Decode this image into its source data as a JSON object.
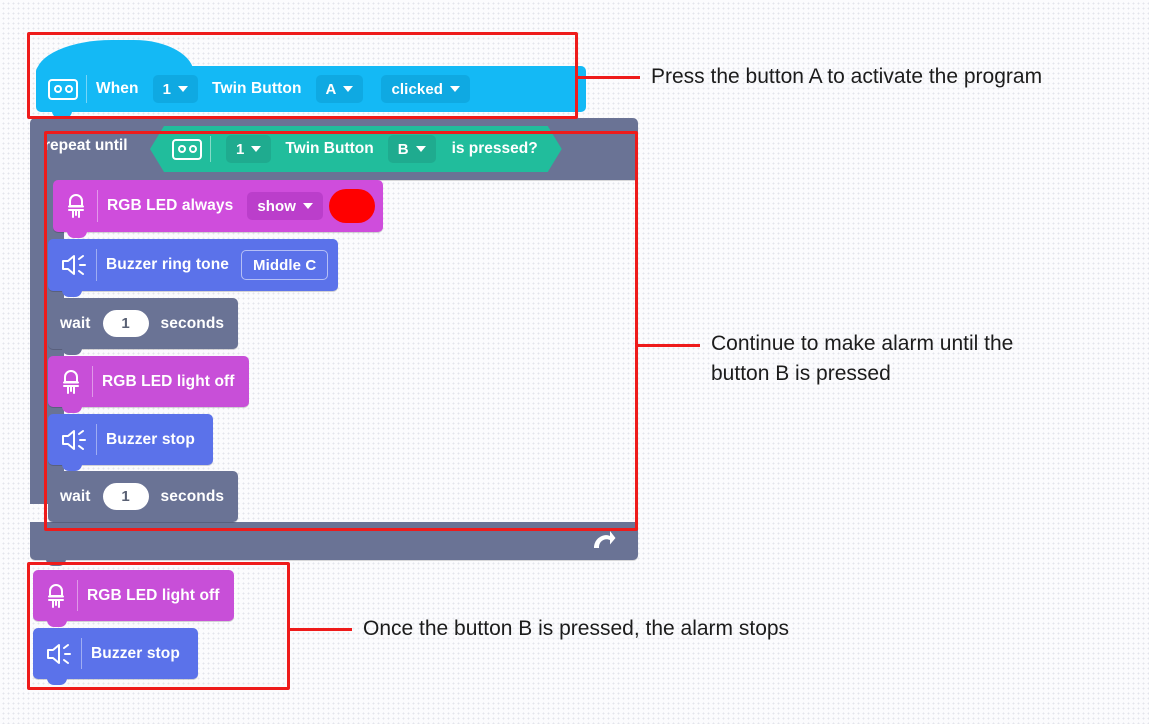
{
  "workspace": {
    "background_color": "#fbfbfd",
    "grid_dot_color": "#e3e4ec"
  },
  "blocks": {
    "hat": {
      "color": "#14b9f5",
      "icon": "twin-button-board-icon",
      "label": "When",
      "port": "1",
      "device": "Twin Button",
      "button": "A",
      "event": "clicked"
    },
    "repeat": {
      "color": "#6a7395",
      "label": "repeat until",
      "condition": {
        "color": "#21bd9c",
        "icon": "twin-button-board-icon",
        "port": "1",
        "device": "Twin Button",
        "button": "B",
        "text": "is pressed?"
      },
      "loop_icon": "loop-arrow-icon",
      "body": [
        {
          "id": "rgb-led-always-show",
          "color": "#cf4ddc",
          "icon": "led-icon",
          "label": "RGB LED always",
          "mode": "show",
          "swatch_color": "#ff0000"
        },
        {
          "id": "buzzer-ring-tone",
          "color": "#5b72ea",
          "icon": "speaker-icon",
          "label": "Buzzer ring tone",
          "tone": "Middle C"
        },
        {
          "id": "wait-seconds-1",
          "color": "#6a7395",
          "label_before": "wait",
          "value": "1",
          "label_after": "seconds"
        },
        {
          "id": "rgb-led-light-off",
          "color": "#c84fd8",
          "icon": "led-icon",
          "label": "RGB LED light off"
        },
        {
          "id": "buzzer-stop",
          "color": "#5b72ea",
          "icon": "speaker-icon",
          "label": "Buzzer stop"
        },
        {
          "id": "wait-seconds-2",
          "color": "#6a7395",
          "label_before": "wait",
          "value": "1",
          "label_after": "seconds"
        }
      ]
    },
    "after_loop": [
      {
        "id": "rgb-led-light-off-final",
        "color": "#c84fd8",
        "icon": "led-icon",
        "label": "RGB LED light off"
      },
      {
        "id": "buzzer-stop-final",
        "color": "#5b72ea",
        "icon": "speaker-icon",
        "label": "Buzzer stop"
      }
    ]
  },
  "annotations": {
    "highlight_color": "#ee1b1b",
    "items": [
      {
        "id": "note-1",
        "text": "Press the button A to activate the program"
      },
      {
        "id": "note-2",
        "text": "Continue to make alarm until the\nbutton B is pressed"
      },
      {
        "id": "note-3",
        "text": "Once the button B is pressed, the alarm stops"
      }
    ]
  }
}
